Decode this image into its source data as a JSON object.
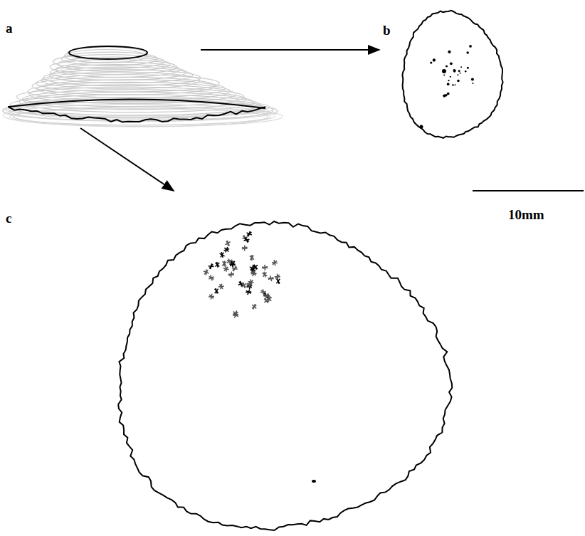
{
  "diagram": {
    "labels": [
      "a",
      "b",
      "c",
      "10mm"
    ]
  }
}
